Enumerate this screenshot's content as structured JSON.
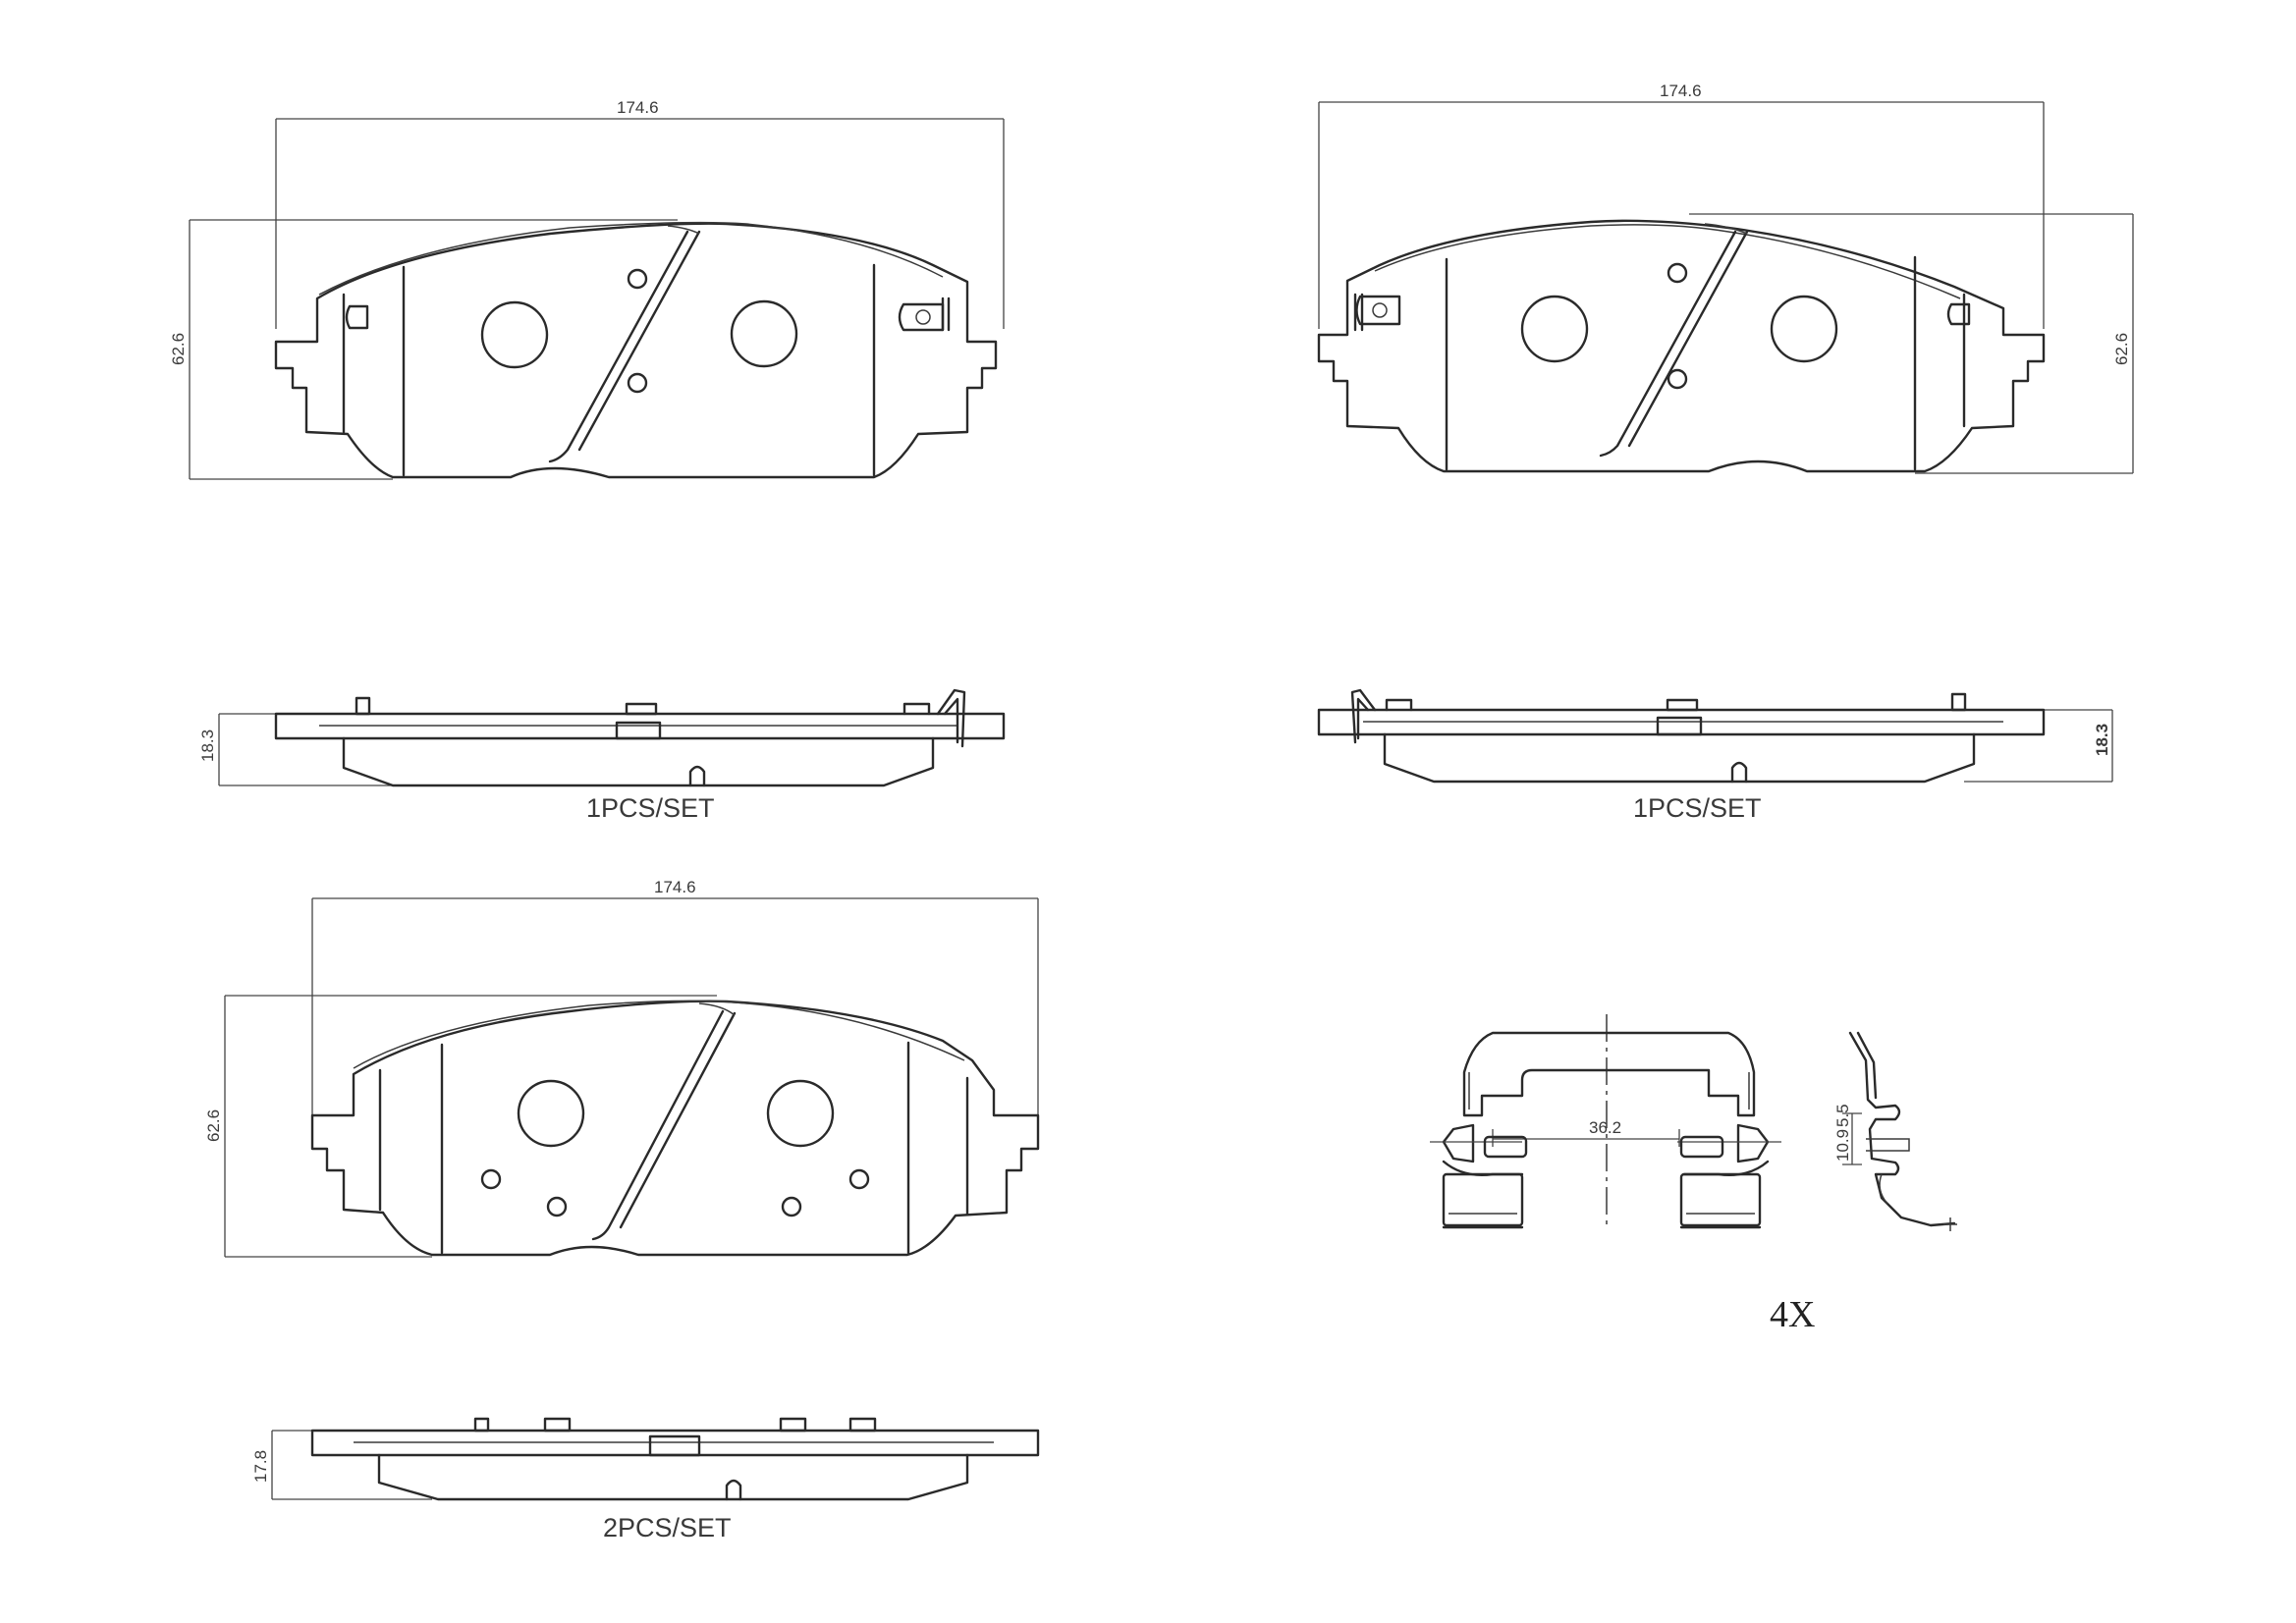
{
  "colors": {
    "background": "#ffffff",
    "line": "#2a2a2a",
    "text": "#3a3a3a"
  },
  "pad_1": {
    "width": "174.6",
    "height": "62.6",
    "thickness": "18.3",
    "qty": "1PCS/SET"
  },
  "pad_2": {
    "width": "174.6",
    "height": "62.6",
    "thickness": "18.3",
    "qty": "1PCS/SET"
  },
  "pad_3": {
    "width": "174.6",
    "height": "62.6",
    "thickness": "17.8",
    "qty": "2PCS/SET"
  },
  "clip": {
    "span": "36.2",
    "dim_a": "10.9",
    "dim_b": "5.5",
    "qty": "4X"
  }
}
